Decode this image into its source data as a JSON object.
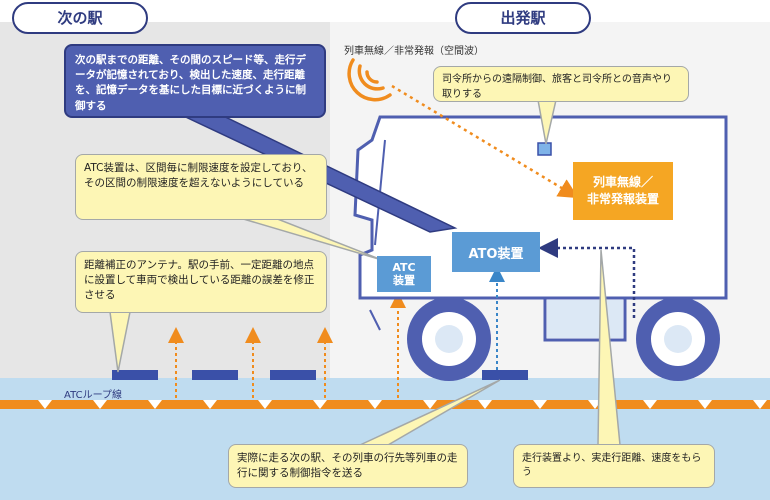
{
  "stations": {
    "next": "次の駅",
    "departure": "出発駅"
  },
  "radio_label": "列車無線／非常発報（空間波）",
  "loop_label": "ATCループ線",
  "devices": {
    "ato": "ATO装置",
    "atc": "ATC\n装置",
    "radio": "列車無線／\n非常発報装置"
  },
  "callouts": {
    "ato_memory": "次の駅までの距離、その間のスピード等、走行データが記憶されており、検出した速度、走行距離を、記憶データを基にした目標に近づくように制御する",
    "atc_desc": "ATC装置は、区間毎に制限速度を設定しており、その区間の制限速度を超えないようにしている",
    "antenna_desc": "距離補正のアンテナ。駅の手前、一定距離の地点に設置して車両で検出している距離の誤差を修正させる",
    "radio_desc": "司令所からの遠隔制御、旅客と司令所との音声やり取りする",
    "loop_desc": "実際に走る次の駅、その列車の行先等列車の走行に関する制御指令を送る",
    "running_desc": "走行装置より、実走行距離、速度をもらう"
  },
  "colors": {
    "navy": "#2f3b80",
    "blue": "#4f5fb0",
    "device_blue": "#5b9bd5",
    "orange": "#f08c1e",
    "radio_orange": "#f5a623",
    "callout_yellow": "#fdf6b5",
    "ground": "#bfdcf0",
    "track_gray": "#e3e3e3"
  }
}
